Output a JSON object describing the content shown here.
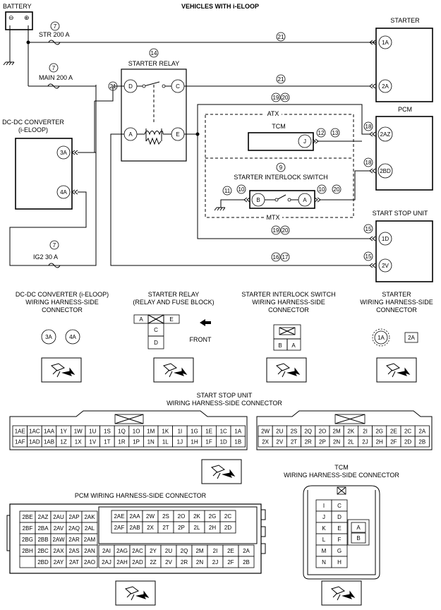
{
  "title": "VEHICLES WITH i-ELOOP",
  "battery": {
    "label": "BATTERY",
    "neg": "⊖",
    "pos": "⊕"
  },
  "fuses": {
    "str": "STR 200 A",
    "main": "MAIN 200 A",
    "ig2": "IG2 30 A",
    "ref": "7"
  },
  "refs": {
    "r21": "21",
    "r14": "14",
    "r19": "19",
    "r20": "20",
    "r18": "18",
    "r12": "12",
    "r13": "13",
    "r9": "9",
    "r11": "11",
    "r10": "10",
    "r15": "15",
    "r16": "16",
    "r17": "17"
  },
  "components": {
    "starter": "STARTER",
    "starter_relay": "STARTER RELAY",
    "dcdc": [
      "DC-DC CONVERTER",
      "(i-ELOOP)"
    ],
    "pcm": "PCM",
    "tcm": "TCM",
    "atx": "ATX",
    "mtx": "MTX",
    "interlock": "STARTER INTERLOCK SWITCH",
    "ssu": "START STOP UNIT"
  },
  "terminals": {
    "s1a": "1A",
    "s2a": "2A",
    "rd": "D",
    "rc": "C",
    "ra": "A",
    "re": "E",
    "p2az": "2AZ",
    "p2bd": "2BD",
    "tj": "J",
    "ib": "B",
    "ia": "A",
    "u1d": "1D",
    "u2v": "2V",
    "d3a": "3A",
    "d4a": "4A"
  },
  "connectors": {
    "dcdc": {
      "title": [
        "DC-DC CONVERTER (i-ELOOP)",
        "WIRING HARNESS-SIDE",
        "CONNECTOR"
      ],
      "pins": [
        "3A",
        "4A"
      ]
    },
    "relay": {
      "title": [
        "STARTER RELAY",
        "(RELAY AND FUSE BLOCK)"
      ],
      "pins": [
        "A",
        "E",
        "C",
        "D"
      ],
      "front": "FRONT"
    },
    "interlock": {
      "title": [
        "STARTER INTERLOCK SWITCH",
        "WIRING HARNESS-SIDE",
        "CONNECTOR"
      ],
      "pins": [
        "B",
        "A"
      ]
    },
    "starter": {
      "title": [
        "STARTER",
        "WIRING HARNESS-SIDE",
        "CONNECTOR"
      ],
      "pins": [
        "1A",
        "2A"
      ]
    }
  },
  "ssu_conn": {
    "title": [
      "START STOP UNIT",
      "WIRING HARNESS-SIDE CONNECTOR"
    ],
    "left": [
      [
        "1AE",
        "1AC",
        "1AA",
        "1Y",
        "1W",
        "1U",
        "1S",
        "1Q",
        "1O",
        "1M",
        "1K",
        "1I",
        "1G",
        "1E",
        "1C",
        "1A"
      ],
      [
        "1AF",
        "1AD",
        "1AB",
        "1Z",
        "1X",
        "1V",
        "1T",
        "1R",
        "1P",
        "1N",
        "1L",
        "1J",
        "1H",
        "1F",
        "1D",
        "1B"
      ]
    ],
    "right": [
      [
        "2W",
        "2U",
        "2S",
        "2Q",
        "2O",
        "2M",
        "2K",
        "2I",
        "2G",
        "2E",
        "2C",
        "2A"
      ],
      [
        "2X",
        "2V",
        "2T",
        "2R",
        "2P",
        "2N",
        "2L",
        "2J",
        "2H",
        "2F",
        "2D",
        "2B"
      ]
    ]
  },
  "pcm_conn": {
    "title": "PCM WIRING HARNESS-SIDE CONNECTOR",
    "left": [
      [
        "2BE",
        "2AZ",
        "2AU",
        "2AP",
        "2AK"
      ],
      [
        "2BF",
        "2BA",
        "2AV",
        "2AQ",
        "2AL"
      ],
      [
        "2BG",
        "2BB",
        "2AW",
        "2AR",
        "2AM"
      ],
      [
        "2BH",
        "2BC",
        "2AX",
        "2AS",
        "2AN"
      ],
      [
        "",
        "2BD",
        "2AY",
        "2AT",
        "2AO"
      ]
    ],
    "right_top": [
      [
        "2AE",
        "2AA",
        "2W",
        "2S",
        "2O",
        "2K",
        "2G",
        "2C"
      ],
      [
        "2AF",
        "2AB",
        "2X",
        "2T",
        "2P",
        "2L",
        "2H",
        "2D"
      ]
    ],
    "right_bottom": [
      [
        "2AI",
        "2AG",
        "2AC",
        "2Y",
        "2U",
        "2Q",
        "2M",
        "2I",
        "2E",
        "2A"
      ],
      [
        "2AJ",
        "2AH",
        "2AD",
        "2Z",
        "2V",
        "2R",
        "2N",
        "2J",
        "2F",
        "2B"
      ]
    ]
  },
  "tcm_conn": {
    "title": [
      "TCM",
      "WIRING HARNESS-SIDE CONNECTOR"
    ],
    "pins": [
      [
        "I",
        "C"
      ],
      [
        "J",
        "D"
      ],
      [
        "K",
        "E"
      ],
      [
        "L",
        "F"
      ],
      [
        "M",
        "G"
      ],
      [
        "N",
        "H"
      ]
    ],
    "side": [
      "A",
      "B"
    ]
  }
}
